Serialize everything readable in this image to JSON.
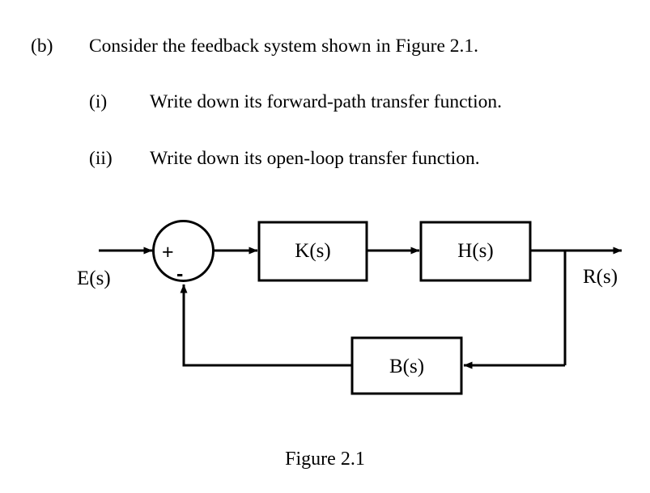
{
  "document": {
    "background_color": "#ffffff",
    "ink_color": "#000000"
  },
  "question": {
    "main": {
      "marker": "(b)",
      "text": "Consider the feedback system shown in Figure 2.1."
    },
    "subparts": [
      {
        "marker": "(i)",
        "text": "Write down its forward-path transfer function."
      },
      {
        "marker": "(ii)",
        "text": "Write down its open-loop transfer function."
      }
    ]
  },
  "figure": {
    "caption": "Figure 2.1",
    "type": "control-system-block-diagram",
    "input_label": "E(s)",
    "output_label": "R(s)",
    "summing_junction": {
      "name": "summing-junction",
      "input_sign": "+",
      "feedback_sign": "-"
    },
    "blocks": [
      {
        "id": "K",
        "label": "K(s)",
        "path": "forward"
      },
      {
        "id": "H",
        "label": "H(s)",
        "path": "forward"
      },
      {
        "id": "B",
        "label": "B(s)",
        "path": "feedback"
      }
    ],
    "signal_flow": [
      "E(s) -> summing junction (+)",
      "summing junction -> K(s)",
      "K(s) -> H(s)",
      "H(s) -> R(s) output and branch",
      "branch -> B(s)",
      "B(s) -> summing junction (-)"
    ]
  }
}
